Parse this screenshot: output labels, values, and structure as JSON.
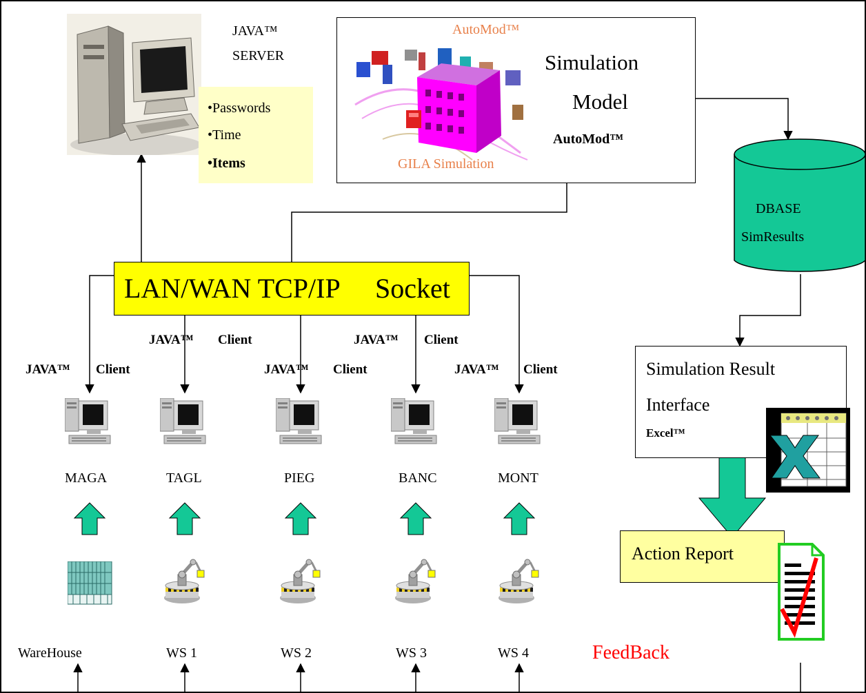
{
  "server": {
    "title_line1": "JAVA™",
    "title_line2": "SERVER",
    "items": [
      "•Passwords",
      "•Time",
      "•Items"
    ]
  },
  "simulation": {
    "automod_caption": "AutoMod™",
    "gila_caption": "GILA Simulation",
    "title_line1": "Simulation",
    "title_line2": "Model",
    "product": "AutoMod™"
  },
  "database": {
    "line1": "DBASE",
    "line2": "SimResults"
  },
  "network": {
    "label_left": "LAN/WAN TCP/IP",
    "label_right": "Socket"
  },
  "client_tag": {
    "java": "JAVA™",
    "client": "Client"
  },
  "clients": [
    "MAGA",
    "TAGL",
    "PIEG",
    "BANC",
    "MONT"
  ],
  "stations": [
    "WareHouse",
    "WS 1",
    "WS 2",
    "WS 3",
    "WS 4"
  ],
  "result_interface": {
    "line1": "Simulation Result",
    "line2": "Interface",
    "product": "Excel™"
  },
  "action_report": {
    "label": "Action Report"
  },
  "feedback": {
    "label": "FeedBack"
  },
  "colors": {
    "arrow_fill": "#14c896",
    "lan_fill": "#ffff00",
    "note_fill": "#ffffc8",
    "db_fill": "#14c896",
    "feedback_text": "#ff0000",
    "automod_text": "#e8804a"
  }
}
